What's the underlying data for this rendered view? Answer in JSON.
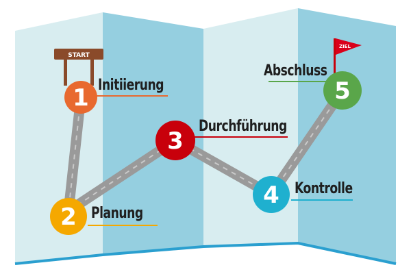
{
  "start_sign": "START",
  "goal_flag": "ZIEL",
  "colors": {
    "panel_light": "#d8edf0",
    "panel_blue": "#95cfe0",
    "edge_blue": "#2a9fcf",
    "path_gray": "#9a9a9a",
    "sign_brown": "#8a4a2a"
  },
  "steps": [
    {
      "number": "1",
      "label": "Initiierung",
      "color": "#e8692f",
      "underline": "#e8692f"
    },
    {
      "number": "2",
      "label": "Planung",
      "color": "#f5a800",
      "underline": "#f5a800"
    },
    {
      "number": "3",
      "label": "Durchführung",
      "color": "#c8000b",
      "underline": "#c8000b"
    },
    {
      "number": "4",
      "label": "Kontrolle",
      "color": "#1fb0cf",
      "underline": "#1fb0cf"
    },
    {
      "number": "5",
      "label": "Abschluss",
      "color": "#5aa64a",
      "underline": "#5aa64a"
    }
  ]
}
